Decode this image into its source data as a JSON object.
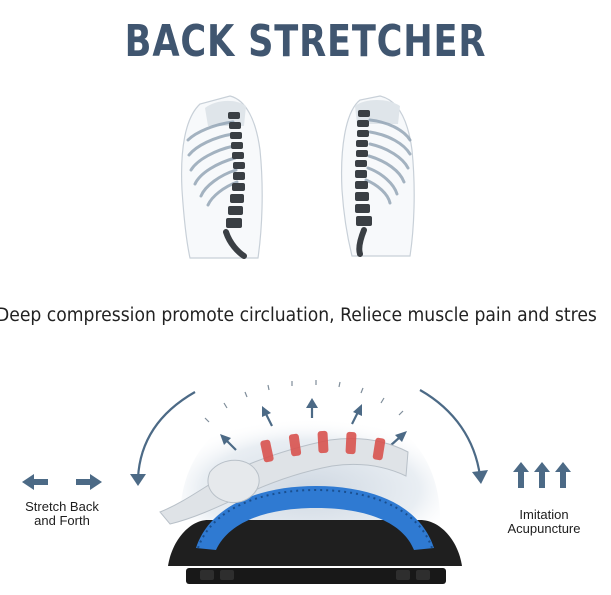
{
  "title": "BACK STRETCHER",
  "tagline": "Deep compression promote circluation, Reliece muscle pain and stres",
  "left_caption": {
    "line1": "Stretch Back",
    "line2": "and Forth"
  },
  "right_caption": {
    "line1": "Imitation",
    "line2": "Acupuncture"
  },
  "colors": {
    "title": "#405670",
    "arrow": "#4c6a86",
    "device_blue": "#2f7ad2",
    "device_black": "#1f1f1f",
    "vertebra_highlight": "#d9534f",
    "spine_dark": "#3a3f44"
  },
  "icons": [
    "spine-back-left-illustration",
    "spine-back-right-illustration",
    "back-stretcher-device-illustration",
    "double-arrow-icon",
    "triple-up-arrow-icon"
  ]
}
